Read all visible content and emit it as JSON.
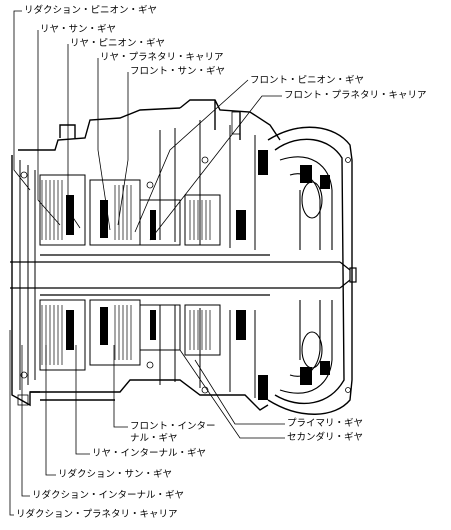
{
  "diagram": {
    "labels_top": [
      "リダクション・ピニオン・ギヤ",
      "リヤ・サン・ギヤ",
      "リヤ・ピニオン・ギヤ",
      "リヤ・プラネタリ・キャリア",
      "フロント・サン・ギヤ",
      "フロント・ピニオン・ギヤ",
      "フロント・プラネタリ・キャリア"
    ],
    "labels_right": [
      "プライマリ・ギヤ",
      "セカンダリ・ギヤ"
    ],
    "labels_bottom": [
      "フロント・インター",
      "ナル・ギヤ",
      "リヤ・インターナル・ギヤ",
      "リダクション・サン・ギヤ",
      "リダクション・インターナル・ギヤ",
      "リダクション・プラネタリ・キャリア"
    ]
  }
}
